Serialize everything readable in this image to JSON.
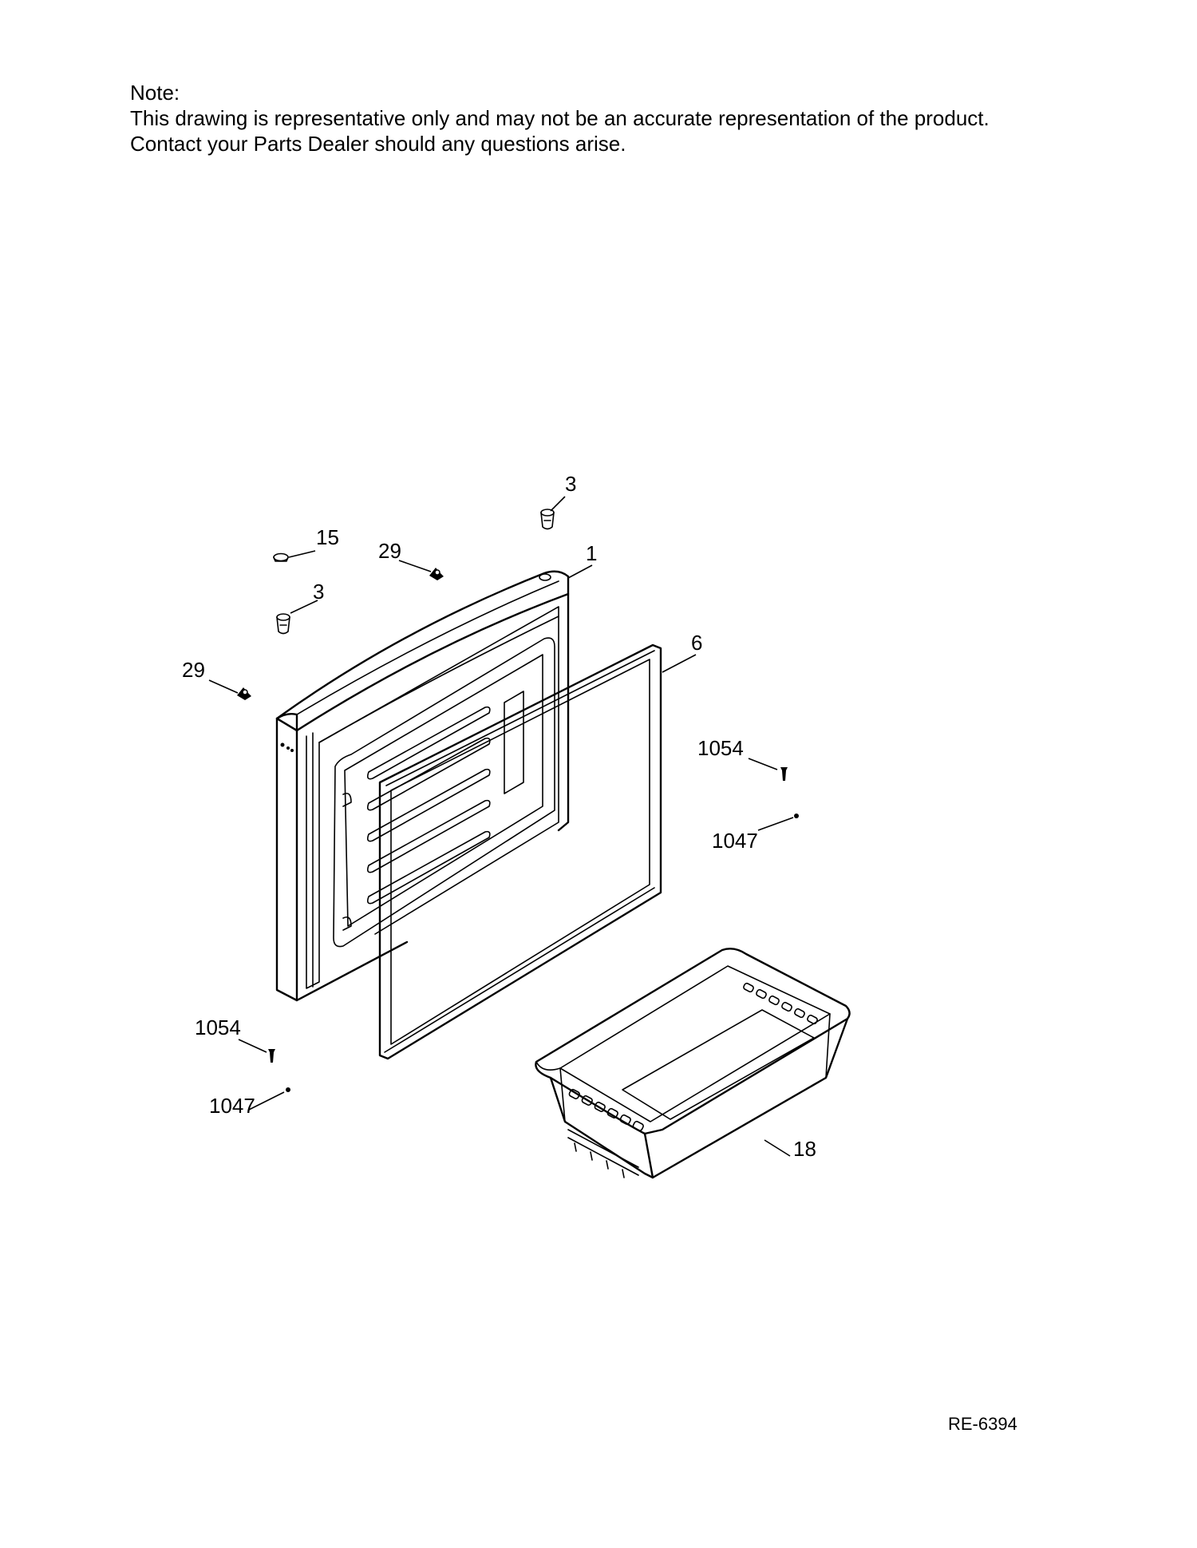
{
  "note": {
    "heading": "Note:",
    "line1": "This drawing is representative only and may not be an accurate representation of the product.",
    "line2": "Contact your Parts Dealer should any questions arise."
  },
  "callouts": {
    "c1": "1",
    "c3_top": "3",
    "c3_left": "3",
    "c6": "6",
    "c15": "15",
    "c18": "18",
    "c29_top": "29",
    "c29_left": "29",
    "c1054_right": "1054",
    "c1047_right": "1047",
    "c1054_left": "1054",
    "c1047_left": "1047"
  },
  "doc_id": "RE-6394"
}
